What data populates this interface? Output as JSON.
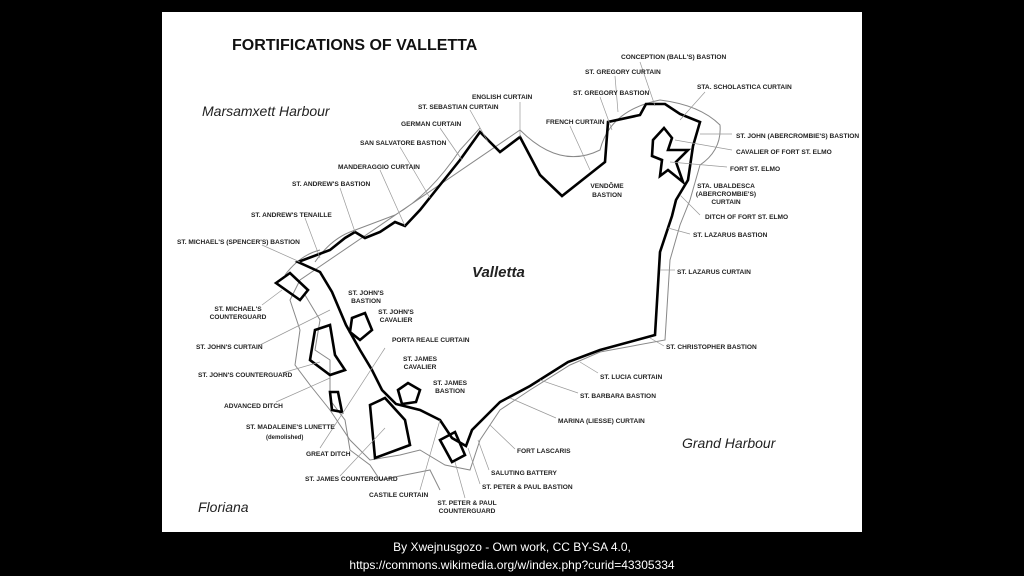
{
  "title": "FORTIFICATIONS OF VALLETTA",
  "places": {
    "marsamxett": "Marsamxett Harbour",
    "valletta": "Valletta",
    "grand_harbour": "Grand Harbour",
    "floriana": "Floriana"
  },
  "labels": {
    "conception": "CONCEPTION (BALL'S) BASTION",
    "st_gregory_curtain": "ST. GREGORY CURTAIN",
    "st_gregory_bastion": "ST. GREGORY BASTION",
    "sta_scholastica": "STA. SCHOLASTICA CURTAIN",
    "english_curtain": "ENGLISH CURTAIN",
    "st_sebastian": "ST. SEBASTIAN CURTAIN",
    "french_curtain": "FRENCH CURTAIN",
    "german_curtain": "GERMAN CURTAIN",
    "san_salvatore": "SAN SALVATORE BASTION",
    "st_john_abercrombie": "ST. JOHN (ABERCROMBIE'S) BASTION",
    "cavalier_elmo": "CAVALIER OF FORT ST. ELMO",
    "fort_elmo": "FORT ST. ELMO",
    "manderaggio": "MANDERAGGIO CURTAIN",
    "vendome_1": "VENDÔME",
    "vendome_2": "BASTION",
    "ubaldesca_1": "STA. UBALDESCA",
    "ubaldesca_2": "(ABERCROMBIE'S)",
    "ubaldesca_3": "CURTAIN",
    "st_andrews_bastion": "ST. ANDREW'S BASTION",
    "ditch_elmo": "DITCH OF FORT ST. ELMO",
    "st_andrews_tenaille": "ST. ANDREW'S TENAILLE",
    "st_michaels_spencer": "ST. MICHAEL'S (SPENCER'S) BASTION",
    "st_lazarus_bastion": "ST. LAZARUS BASTION",
    "st_lazarus_curtain": "ST. LAZARUS CURTAIN",
    "st_johns_bastion_1": "ST. JOHN'S",
    "st_johns_bastion_2": "BASTION",
    "st_johns_cavalier_1": "ST. JOHN'S",
    "st_johns_cavalier_2": "CAVALIER",
    "st_michaels_cg_1": "ST. MICHAEL'S",
    "st_michaels_cg_2": "COUNTERGUARD",
    "porta_reale": "PORTA REALE CURTAIN",
    "st_johns_curtain": "ST. JOHN'S CURTAIN",
    "st_christopher": "ST. CHRISTOPHER BASTION",
    "st_james_cavalier_1": "ST. JAMES",
    "st_james_cavalier_2": "CAVALIER",
    "st_johns_cg": "ST. JOHN'S COUNTERGUARD",
    "st_lucia": "ST. LUCIA CURTAIN",
    "st_james_bastion_1": "ST. JAMES",
    "st_james_bastion_2": "BASTION",
    "st_barbara": "ST. BARBARA BASTION",
    "advanced_ditch": "ADVANCED DITCH",
    "marina": "MARINA (LIESSE) CURTAIN",
    "madaleine": "ST. MADALEINE'S LUNETTE",
    "demolished": "(demolished)",
    "fort_lascaris": "FORT LASCARIS",
    "great_ditch": "GREAT DITCH",
    "saluting": "SALUTING BATTERY",
    "st_james_cg": "ST. JAMES COUNTERGUARD",
    "st_peter_paul_bastion": "ST. PETER & PAUL BASTION",
    "castile": "CASTILE CURTAIN",
    "st_peter_paul_cg_1": "ST. PETER & PAUL",
    "st_peter_paul_cg_2": "COUNTERGUARD"
  },
  "caption": {
    "line1": "By Xwejnusgozo - Own work, CC BY-SA 4.0,",
    "line2": "https://commons.wikimedia.org/w/index.php?curid=43305334"
  }
}
